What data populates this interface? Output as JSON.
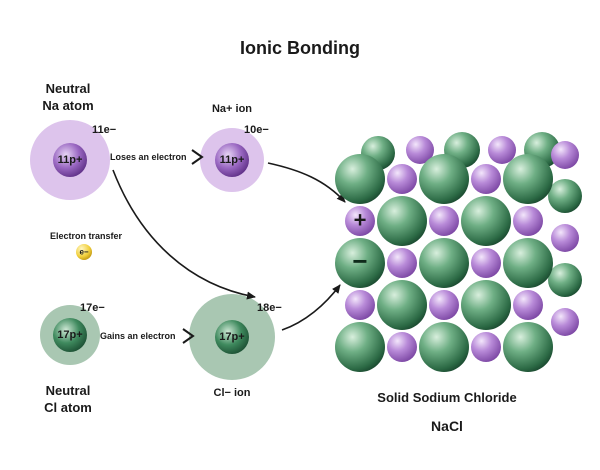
{
  "title": "Ionic Bonding",
  "na_atom": {
    "label_line1": "Neutral",
    "label_line2": "Na atom",
    "electrons": "11e−",
    "nucleus": "11p+"
  },
  "na_ion": {
    "label": "Na+ ion",
    "electrons": "10e−",
    "nucleus": "11p+"
  },
  "cl_atom": {
    "label_line1": "Neutral",
    "label_line2": "Cl atom",
    "electrons": "17e−",
    "nucleus": "17p+"
  },
  "cl_ion": {
    "label": "Cl− ion",
    "electrons": "18e−",
    "nucleus": "17p+"
  },
  "arrows": {
    "lose": "Loses an electron",
    "gain": "Gains an electron"
  },
  "transfer": {
    "label": "Electron transfer",
    "electron": "e−"
  },
  "crystal": {
    "plus": "+",
    "minus": "−",
    "caption": "Solid Sodium Chloride",
    "formula": "NaCl"
  },
  "colors": {
    "na_shell": "#ddc4ec",
    "na_nucleus": "#8a55b5",
    "cl_shell": "#a9c7b2",
    "cl_nucleus": "#2f7a4f",
    "electron": "#f3d44a"
  }
}
